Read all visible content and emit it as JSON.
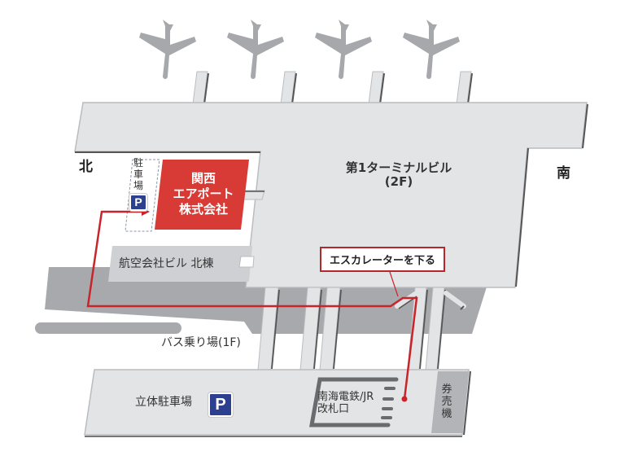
{
  "directions": {
    "north": "北",
    "south": "南"
  },
  "terminal": {
    "name": "第1ターミナルビル",
    "floor": "(2F)"
  },
  "kansai_airport_co": {
    "lines": [
      "関西",
      "エアポート",
      "株式会社"
    ]
  },
  "parking_small": {
    "chars": [
      "駐",
      "車",
      "場"
    ],
    "badge": "P"
  },
  "airline_building": "航空会社ビル 北棟",
  "escalator_callout": "エスカレーターを下る",
  "bus_stop": "バス乗り場(1F)",
  "multistory_parking": {
    "label": "立体駐車場",
    "badge": "P"
  },
  "station_gate": {
    "lines": [
      "南海電鉄/JR",
      "改札口"
    ]
  },
  "ticket_machine": {
    "chars": [
      "券",
      "売",
      "機"
    ]
  },
  "airplanes": 4,
  "colors": {
    "building_fill": "#e3e4e6",
    "building_edge": "#b9bcc0",
    "road": "#a8a9ad",
    "accent_red": "#d83a35",
    "route_red": "#c8242a",
    "parking_blue": "#2d3f8f"
  }
}
